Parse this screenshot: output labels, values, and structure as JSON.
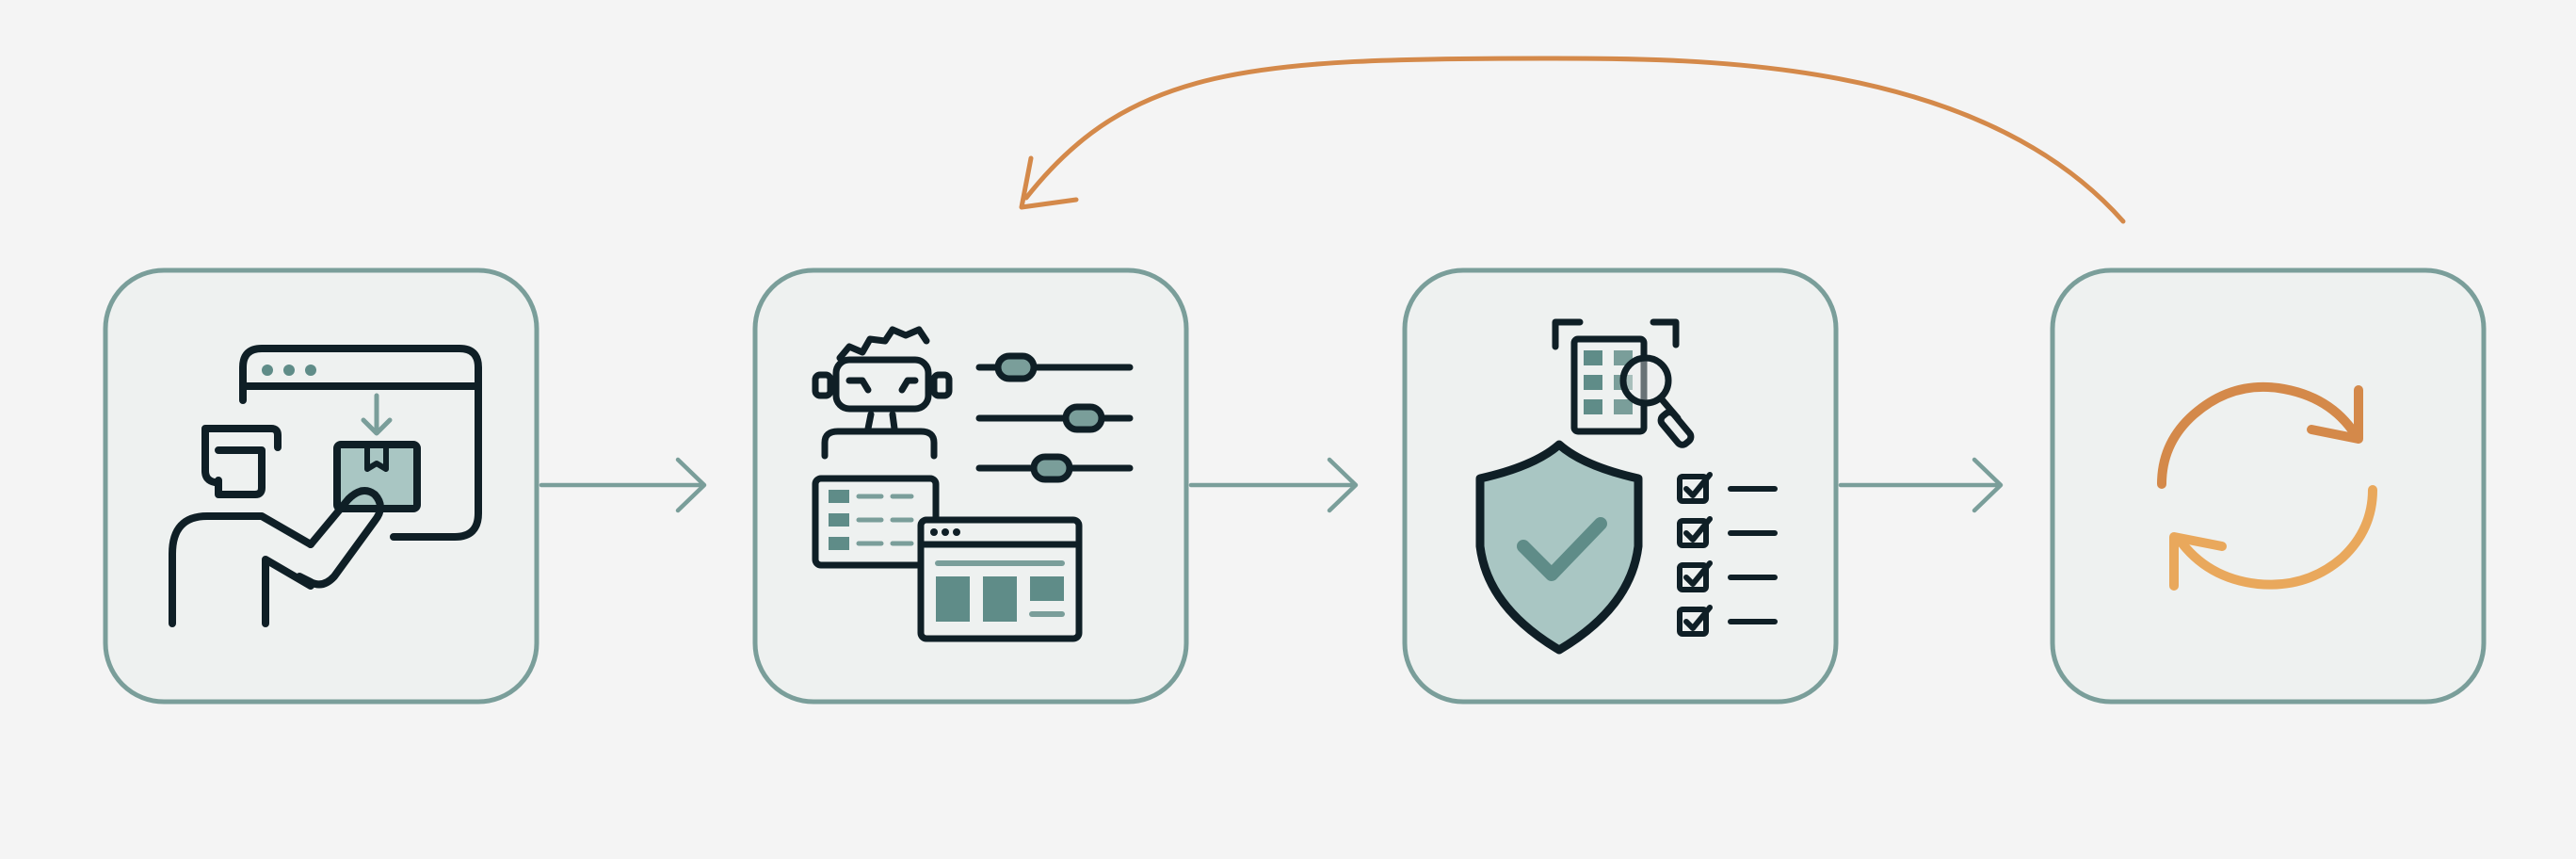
{
  "diagram": {
    "colors": {
      "background": "#f4f4f4",
      "card_fill": "#eef1f0",
      "card_border": "#7a9e9a",
      "connector": "#7a9e9a",
      "ink": "#0f1f26",
      "teal": "#5f8c88",
      "teal_light": "#a9c6c3",
      "orange": "#d4894a",
      "orange_light": "#e9a85c"
    },
    "steps": [
      {
        "icon": "person-box-screen-icon"
      },
      {
        "icon": "robot-sliders-dashboard-icon"
      },
      {
        "icon": "shield-checklist-inspect-icon"
      },
      {
        "icon": "refresh-cycle-icon"
      }
    ],
    "connectors": [
      {
        "from": 1,
        "to": 2,
        "style": "straight-arrow"
      },
      {
        "from": 2,
        "to": 3,
        "style": "straight-arrow"
      },
      {
        "from": 3,
        "to": 4,
        "style": "straight-arrow"
      },
      {
        "from": 4,
        "to": 2,
        "style": "curved-feedback-arrow"
      }
    ]
  }
}
